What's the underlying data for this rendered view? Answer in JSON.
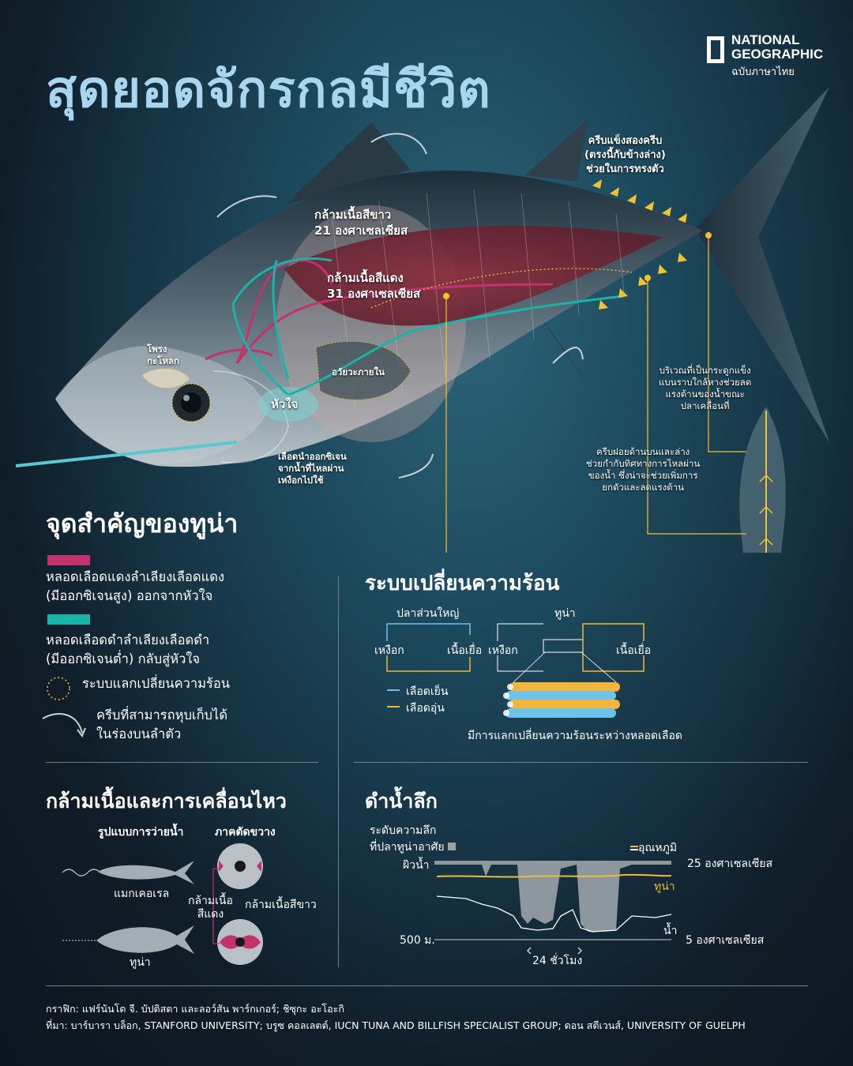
{
  "title": "สุดยอดจักรกลมีชีวิต",
  "logo": {
    "line1": "NATIONAL",
    "line2": "GEOGRAPHIC",
    "line3": "ฉบับภาษาไทย"
  },
  "fish_labels": {
    "fins_upper": [
      "ครีบแข็งสองครีบ",
      "(ตรงนี้กับข้างล่าง)",
      "ช่วยในการทรงตัว"
    ],
    "white_muscle": [
      "กล้ามเนื้อสีขาว",
      "21 องศาเซลเซียส"
    ],
    "red_muscle": [
      "กล้ามเนื้อสีแดง",
      "31 องศาเซลเซียส"
    ],
    "sinus": [
      "โพรง",
      "กะโหลก"
    ],
    "organs": "อวัยวะภายใน",
    "heart": "หัวใจ",
    "gill_blood": [
      "เลือดนำออกซิเจน",
      "จากน้ำที่ไหลผ่าน",
      "เหงือกไปใช้"
    ],
    "keel": [
      "บริเวณที่เป็นกระดูกแข็ง",
      "แบนราบใกล้หางช่วยลด",
      "แรงต้านของน้ำขณะ",
      "ปลาเคลื่อนที่"
    ],
    "finlets": [
      "ครีบฝอยด้านบนและล่าง",
      "ช่วยกำกับทิศทางการไหลผ่าน",
      "ของน้ำ ซึ่งน่าจะช่วยเพิ่มการ",
      "ยกตัวและลดแรงต้าน"
    ]
  },
  "legend": {
    "title": "จุดสำคัญของทูน่า",
    "artery": [
      "หลอดเลือดแดงลำเลียงเลือดแดง",
      "(มีออกซิเจนสูง) ออกจากหัวใจ"
    ],
    "vein": [
      "หลอดเลือดดำลำเลียงเลือดดำ",
      "(มีออกซิเจนต่ำ) กลับสู่หัวใจ"
    ],
    "exchange": "ระบบแลกเปลี่ยนความร้อน",
    "fins": [
      "ครีบที่สามารถหุบเก็บได้",
      "ในร่องบนลำตัว"
    ],
    "colors": {
      "artery": "#c2336e",
      "vein": "#19b3a8",
      "exchange": "#f2c230"
    }
  },
  "heat_exchange": {
    "title": "ระบบเปลี่ยนความร้อน",
    "most_fish": "ปลาส่วนใหญ่",
    "tuna": "ทูน่า",
    "gill": "เหงือก",
    "tissue": "เนื้อเยื่อ",
    "cold_blood": "เลือดเย็น",
    "warm_blood": "เลือดอุ่น",
    "caption": "มีการแลกเปลี่ยนความร้อนระหว่างหลอดเลือด",
    "colors": {
      "cold": "#6ec3ea",
      "warm": "#f2b63d"
    }
  },
  "muscle_motion": {
    "title": "กล้ามเนื้อและการเคลื่อนไหว",
    "swim_pattern": "รูปแบบการว่ายน้ำ",
    "cross_section": "ภาคตัดขวาง",
    "mackerel": "แมกเคอเรล",
    "tuna": "ทูน่า",
    "red_muscle": [
      "กล้ามเนื้อ",
      "สีแดง"
    ],
    "white_muscle": "กล้ามเนื้อสีขาว"
  },
  "deep_dive": {
    "title": "ดำน้ำลึก",
    "depth_label": [
      "ระดับความลึก",
      "ที่ปลาทูน่าอาศัย"
    ],
    "temp_label": "อุณหภูมิ",
    "surface": "ผิวน้ำ",
    "depth_500": "500 ม.",
    "temp_25": "25 องศาเซลเซียส",
    "temp_5": "5 องศาเซลเซียส",
    "tuna": "ทูน่า",
    "water": "น้ำ",
    "time": "24 ชั่วโมง"
  },
  "credits": {
    "graphic": "กราฟิก: แฟร์นันโด จี. บัปติสตา และลอว์สัน พาร์กเกอร์; ชิซุกะ อะโอะกิ",
    "source": "ที่มา: บาร์บารา บล็อก, STANFORD UNIVERSITY; บรูซ คอลเลตต์, IUCN TUNA AND BILLFISH SPECIALIST GROUP; ดอน สตีเวนส์, UNIVERSITY OF GUELPH"
  }
}
